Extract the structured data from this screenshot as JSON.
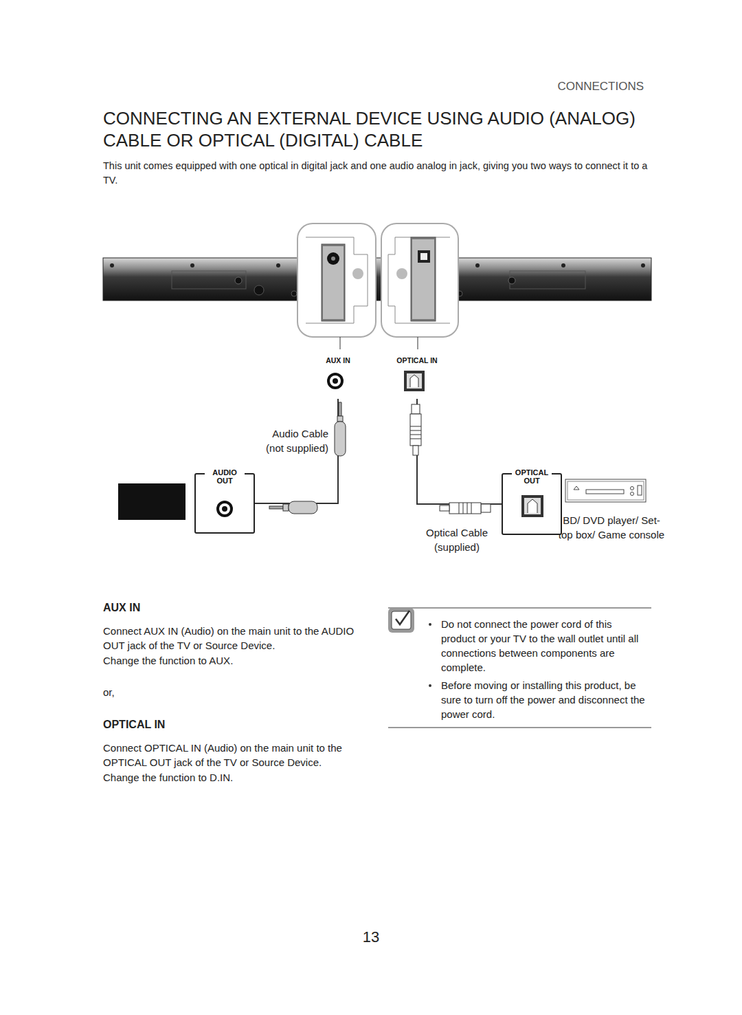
{
  "diagram": {
    "title": "CONNECTING AN EXTERNAL DEVICE USING AUDIO (ANALOG) CABLE OR OPTICAL (DIGITAL) CABLE",
    "nodes": [
      {
        "text": [
          "AUX IN"
        ]
      },
      {
        "text": [
          "OPTICAL IN"
        ]
      },
      {
        "text": [
          "AUDIO OUT"
        ]
      },
      {
        "text": [
          "OPTICAL OUT"
        ]
      }
    ],
    "edges": [
      {
        "from": 2,
        "to": 0,
        "label": "Audio Cable (not supplied)",
        "arrow": "none"
      },
      {
        "from": 3,
        "to": 1,
        "label": "Optical Cable (supplied)",
        "arrow": "none"
      }
    ],
    "labels": [
      "CONNECTIONS",
      "This unit comes equipped with one optical in digital jack and one audio analog in jack, giving you two ways to connect it to a TV.",
      "BD/ DVD player/ Set-top box/ Game console",
      "AUX IN",
      "Connect AUX IN (Audio) on the main unit to the AUDIO OUT jack of the TV or Source Device.",
      "Change the function to AUX.",
      "or,",
      "OPTICAL IN",
      "Connect OPTICAL IN (Audio) on the main unit to the OPTICAL OUT jack of the TV or Source Device.",
      "Change the function to D.IN.",
      "Do not connect the power cord of this product or your TV to the wall outlet until all connections between components are complete.",
      "Before moving or installing this product, be sure to turn off the power and disconnect the power cord.",
      "13"
    ]
  }
}
